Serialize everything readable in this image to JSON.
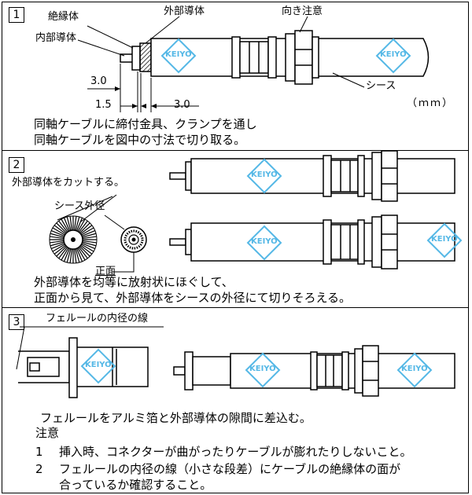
{
  "steps": [
    {
      "number": "1",
      "labels": {
        "insulator": "絶縁体",
        "inner_conductor": "内部導体",
        "outer_conductor": "外部導体",
        "orientation_note": "向き注意",
        "sheath": "シース",
        "unit": "（ｍｍ）"
      },
      "dimensions": {
        "d1": "3.0",
        "d2": "1.5",
        "d3": "3.0"
      },
      "text_line1": "同軸ケーブルに締付金具、クランプを通し",
      "text_line2": "同軸ケーブルを図中の寸法で切り取る。"
    },
    {
      "number": "2",
      "labels": {
        "cut_outer": "外部導体をカットする。",
        "sheath_od": "シース外径",
        "front": "正面"
      },
      "text_line1": "外部導体を均等に放射状にほぐして、",
      "text_line2": "正面から見て、外部導体をシースの外径にて切りそろえる。"
    },
    {
      "number": "3",
      "labels": {
        "ferrule_line": "フェルールの内径の線"
      },
      "text_line1": "フェルールをアルミ箔と外部導体の隙間に差込む。",
      "note_title": "注意",
      "notes": [
        {
          "n": "1",
          "text": "挿入時、コネクターが曲がったりケーブルが膨れたりしないこと。"
        },
        {
          "n": "2",
          "text": "フェルールの内径の線（小さな段差）にケーブルの絶縁体の面が"
        },
        {
          "n": "",
          "text": "合っているか確認すること。"
        }
      ]
    }
  ],
  "watermark": "KEIYO",
  "colors": {
    "watermark": "#55b8e6",
    "line": "#000000"
  }
}
